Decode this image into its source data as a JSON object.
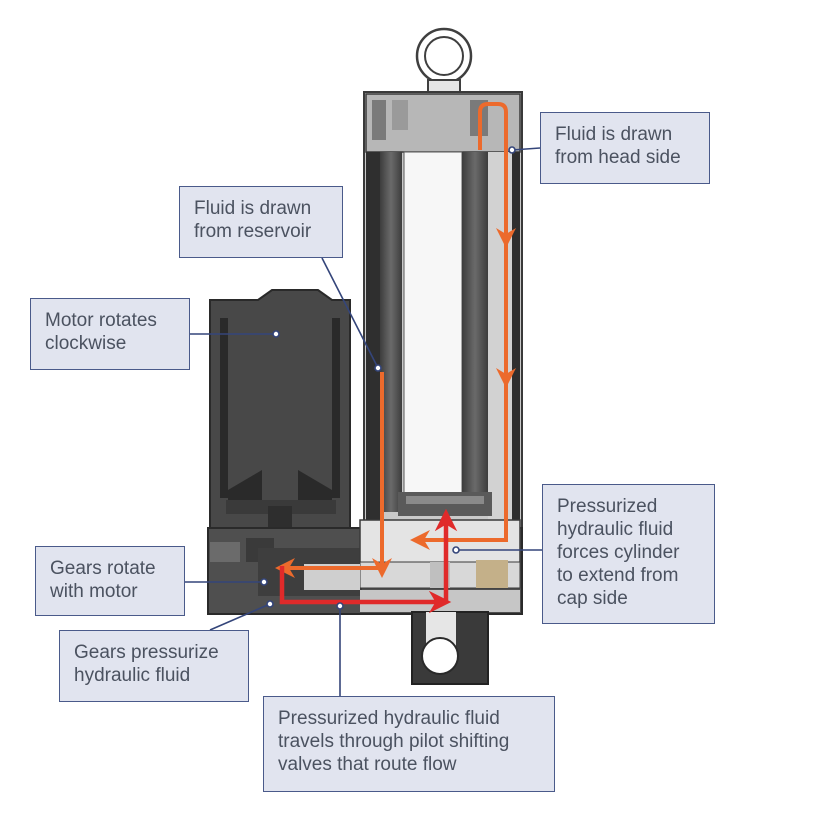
{
  "colors": {
    "flow_head": "#ec6a2c",
    "flow_pressure": "#e02a2a",
    "leader": "#34457a",
    "callout_bg": "#e1e4ef",
    "callout_border": "#4a5a8a",
    "callout_text": "#4b5260"
  },
  "callouts": {
    "head_side": {
      "lines": [
        "Fluid is drawn",
        "from head side"
      ]
    },
    "reservoir": {
      "lines": [
        "Fluid is drawn",
        "from reservoir"
      ]
    },
    "motor": {
      "lines": [
        "Motor rotates",
        "clockwise"
      ]
    },
    "cylinder_extend": {
      "lines": [
        "Pressurized",
        "hydraulic fluid",
        "forces cylinder",
        "to extend from",
        "cap side"
      ]
    },
    "gears_rotate": {
      "lines": [
        "Gears rotate",
        "with motor"
      ]
    },
    "gears_pressurize": {
      "lines": [
        "Gears pressurize",
        "hydraulic fluid"
      ]
    },
    "pilot_valves": {
      "lines": [
        "Pressurized hydraulic fluid",
        "travels through pilot shifting",
        "valves that route flow"
      ]
    }
  }
}
